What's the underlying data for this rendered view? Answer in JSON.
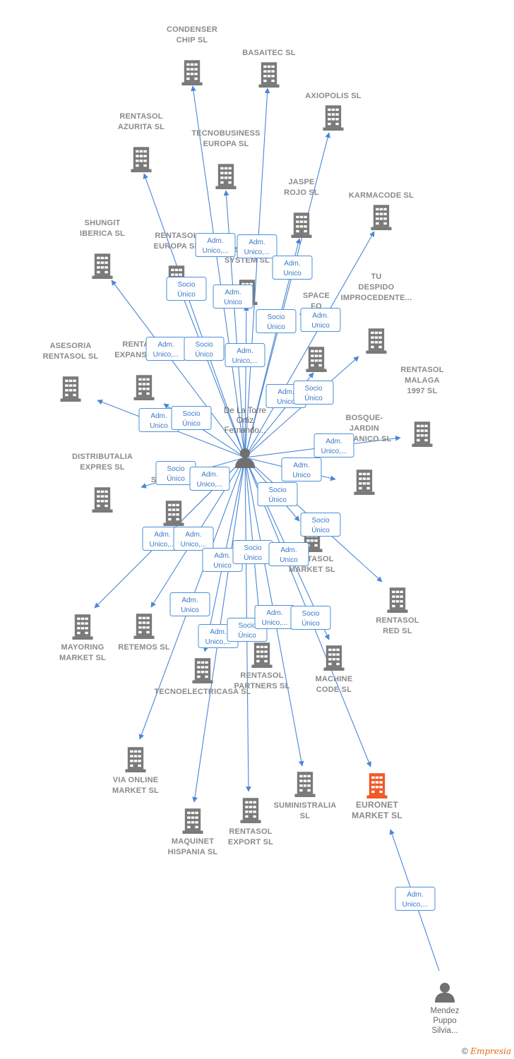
{
  "colors": {
    "edge": "#4a87d6",
    "building": "#7a7a7a",
    "highlight": "#f05a28",
    "person": "#707070"
  },
  "people": [
    {
      "id": "p1",
      "lines": [
        "De La Torre",
        "Ortiz",
        "Fernando..."
      ],
      "icon": "person-icon"
    },
    {
      "id": "p2",
      "lines": [
        "Mendez",
        "Puppo",
        "Silvia..."
      ],
      "icon": "person-icon"
    }
  ],
  "companies": [
    {
      "id": "condenser",
      "lines": [
        "CONDENSER",
        "CHIP SL"
      ]
    },
    {
      "id": "basaitec",
      "lines": [
        "BASAITEC  SL"
      ]
    },
    {
      "id": "axiopolis",
      "lines": [
        "AXIOPOLIS SL"
      ]
    },
    {
      "id": "azurita",
      "lines": [
        "RENTASOL",
        "AZURITA  SL"
      ]
    },
    {
      "id": "tecnobusiness",
      "lines": [
        "TECNOBUSINESS",
        "EUROPA SL"
      ]
    },
    {
      "id": "jaspe",
      "lines": [
        "JASPE",
        "ROJO  SL"
      ]
    },
    {
      "id": "karmacode",
      "lines": [
        "KARMACODE SL"
      ]
    },
    {
      "id": "shungit",
      "lines": [
        "SHUNGIT",
        "IBERICA  SL"
      ]
    },
    {
      "id": "rentasoleuropa",
      "lines": [
        "RENTASOL",
        "EUROPA  SL"
      ]
    },
    {
      "id": "disgenel",
      "lines": [
        "DISGENEL",
        "SYSTEM  SL"
      ]
    },
    {
      "id": "space",
      "lines": [
        "SPACE",
        "FO",
        "TRADE..."
      ]
    },
    {
      "id": "tudespido",
      "lines": [
        "TU",
        "DESPIDO",
        "IMPROCEDENTE..."
      ]
    },
    {
      "id": "asesoria",
      "lines": [
        "ASESORIA",
        "RENTASOL SL"
      ]
    },
    {
      "id": "expansion",
      "lines": [
        "RENTASOL",
        "EXPANSION  SL"
      ]
    },
    {
      "id": "malaga",
      "lines": [
        "RENTASOL",
        "MALAGA",
        "1997  SL"
      ]
    },
    {
      "id": "bosque",
      "lines": [
        "BOSQUE-",
        "JARDIN",
        "BOTANICO SL"
      ]
    },
    {
      "id": "distributalia",
      "lines": [
        "DISTRIBUTALIA",
        "EXPRES  SL"
      ]
    },
    {
      "id": "esystem",
      "lines": [
        "E",
        "SYSTEM  SL"
      ]
    },
    {
      "id": "rentasolmarket",
      "lines": [
        "RENTASOL",
        "MARKET  SL"
      ]
    },
    {
      "id": "rentasolred",
      "lines": [
        "RENTASOL",
        "RED  SL"
      ]
    },
    {
      "id": "mayoring",
      "lines": [
        "MAYORING",
        "MARKET  SL"
      ]
    },
    {
      "id": "retemos",
      "lines": [
        "RETEMOS  SL"
      ]
    },
    {
      "id": "tecnoelectricasa",
      "lines": [
        "TECNOELECTRICASA SL"
      ]
    },
    {
      "id": "partners",
      "lines": [
        "RENTASOL",
        "PARTNERS  SL"
      ]
    },
    {
      "id": "machine",
      "lines": [
        "MACHINE",
        "CODE SL"
      ]
    },
    {
      "id": "viaonline",
      "lines": [
        "VIA ONLINE",
        "MARKET SL"
      ]
    },
    {
      "id": "maquinet",
      "lines": [
        "MAQUINET",
        "HISPANIA  SL"
      ]
    },
    {
      "id": "export",
      "lines": [
        "RENTASOL",
        "EXPORT  SL"
      ]
    },
    {
      "id": "suministralia",
      "lines": [
        "SUMINISTRALIA",
        "SL"
      ]
    },
    {
      "id": "euronet",
      "lines": [
        "EURONET",
        "MARKET  SL"
      ],
      "highlight": true
    }
  ],
  "edges": [
    {
      "from": "p1",
      "to": "condenser",
      "label": [
        "Adm.",
        "Unico,..."
      ]
    },
    {
      "from": "p1",
      "to": "basaitec",
      "label": [
        "Adm.",
        "Unico,..."
      ]
    },
    {
      "from": "p1",
      "to": "axiopolis",
      "label": [
        "Adm.",
        "Unico"
      ]
    },
    {
      "from": "p1",
      "to": "azurita",
      "label": [
        "Socio",
        "Único"
      ]
    },
    {
      "from": "p1",
      "to": "tecnobusiness",
      "label": [
        "Adm.",
        "Unico"
      ]
    },
    {
      "from": "p1",
      "to": "jaspe",
      "label": [
        "Socio",
        "Único"
      ]
    },
    {
      "from": "p1",
      "to": "karmacode",
      "label": [
        "Adm.",
        "Unico"
      ]
    },
    {
      "from": "p1",
      "to": "shungit",
      "label": [
        "Adm.",
        "Unico,..."
      ]
    },
    {
      "from": "p1",
      "to": "rentasoleuropa",
      "label": [
        "Socio",
        "Único"
      ]
    },
    {
      "from": "p1",
      "to": "disgenel",
      "label": [
        "Adm.",
        "Unico,..."
      ]
    },
    {
      "from": "p1",
      "to": "space",
      "label": [
        "Adm.",
        "Unico"
      ]
    },
    {
      "from": "p1",
      "to": "tudespido",
      "label": [
        "Socio",
        "Único"
      ]
    },
    {
      "from": "p1",
      "to": "asesoria",
      "label": [
        "Adm.",
        "Unico"
      ]
    },
    {
      "from": "p1",
      "to": "expansion",
      "label": [
        "Socio",
        "Único"
      ]
    },
    {
      "from": "p1",
      "to": "malaga",
      "label": [
        "Adm.",
        "Unico,..."
      ]
    },
    {
      "from": "p1",
      "to": "bosque",
      "label": [
        "Adm.",
        "Unico"
      ]
    },
    {
      "from": "p1",
      "to": "distributalia",
      "label": [
        "Socio",
        "Único"
      ]
    },
    {
      "from": "p1",
      "to": "esystem",
      "label": [
        "Adm.",
        "Unico,..."
      ]
    },
    {
      "from": "p1",
      "to": "rentasolmarket",
      "label": [
        "Socio",
        "Único"
      ]
    },
    {
      "from": "p1",
      "to": "rentasolred",
      "label": [
        "Socio",
        "Único"
      ]
    },
    {
      "from": "p1",
      "to": "mayoring",
      "label": [
        "Adm.",
        "Unico,..."
      ]
    },
    {
      "from": "p1",
      "to": "retemos",
      "label": [
        "Adm.",
        "Unico,..."
      ]
    },
    {
      "from": "p1",
      "to": "tecnoelectricasa",
      "label": [
        "Adm.",
        "Unico"
      ]
    },
    {
      "from": "p1",
      "to": "partners",
      "label": [
        "Socio",
        "Único"
      ]
    },
    {
      "from": "p1",
      "to": "machine",
      "label": [
        "Adm.",
        "Unico"
      ]
    },
    {
      "from": "p1",
      "to": "viaonline",
      "label": [
        "Adm.",
        "Unico"
      ]
    },
    {
      "from": "p1",
      "to": "maquinet",
      "label": [
        "Adm.",
        "Unico,..."
      ]
    },
    {
      "from": "p1",
      "to": "export",
      "label": [
        "Socio",
        "Único"
      ]
    },
    {
      "from": "p1",
      "to": "suministralia",
      "label": [
        "Adm.",
        "Unico,..."
      ]
    },
    {
      "from": "p1",
      "to": "euronet",
      "label": [
        "Socio",
        "Único"
      ]
    },
    {
      "from": "p2",
      "to": "euronet",
      "label": [
        "Adm.",
        "Unico,..."
      ]
    }
  ],
  "credit": {
    "symbol": "©",
    "brand": "Empresia"
  }
}
